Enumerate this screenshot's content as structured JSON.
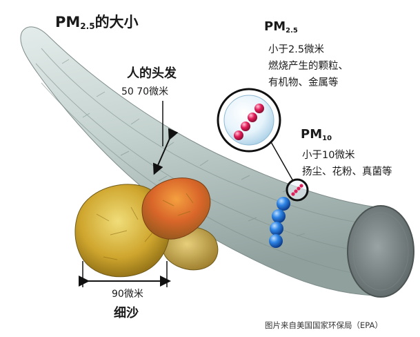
{
  "title": {
    "main": "PM",
    "sub": "2.5",
    "rest": "的大小"
  },
  "hair": {
    "title": "人的头发",
    "size": "50  70微米"
  },
  "pm25": {
    "title_main": "PM",
    "title_sub": "2.5",
    "lines": [
      "小于2.5微米",
      "燃烧产生的颗粒、",
      "有机物、金属等"
    ]
  },
  "pm10": {
    "title_main": "PM",
    "title_sub": "10",
    "lines": [
      "小于10微米",
      "扬尘、花粉、真菌等"
    ]
  },
  "sand": {
    "title": "细沙",
    "size": "90微米"
  },
  "credit": "图片来自美国国家环保局（EPA）",
  "colors": {
    "hair": "#c8d5d3",
    "pm25_particle": "#e0205a",
    "pm10_particle": "#1f6fd6",
    "sand": "#c9a12a"
  }
}
